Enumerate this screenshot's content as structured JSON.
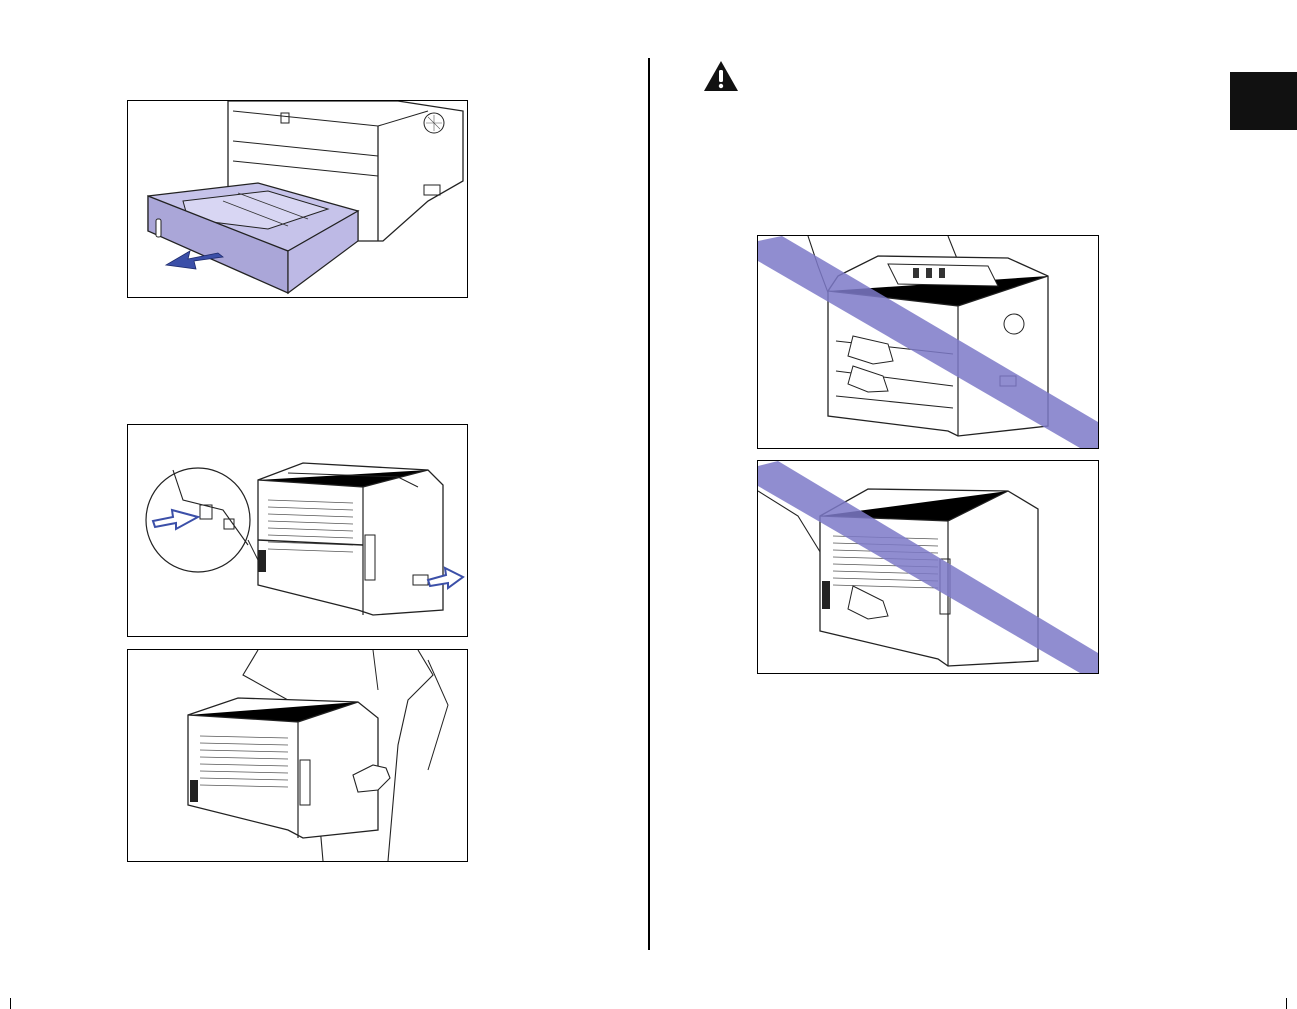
{
  "page": {
    "section_tab": {
      "label": ""
    },
    "warning_icon": "warning-triangle-icon",
    "figures": [
      {
        "id": "fig-tray-removal",
        "subject": "paper-tray-pull-out",
        "arrow_color": "#3b4fa8",
        "tray_color": "#aaa6d8"
      },
      {
        "id": "fig-grip-locations",
        "subject": "printer-rear-grips",
        "arrow_color": "#3b4fa8"
      },
      {
        "id": "fig-lifting-correct",
        "subject": "lift-from-sides"
      },
      {
        "id": "fig-wrong-front-lift",
        "subject": "incorrect-lift-front",
        "strike_color": "#7c79c8"
      },
      {
        "id": "fig-wrong-rear-lift",
        "subject": "incorrect-lift-rear",
        "strike_color": "#7c79c8"
      }
    ]
  }
}
